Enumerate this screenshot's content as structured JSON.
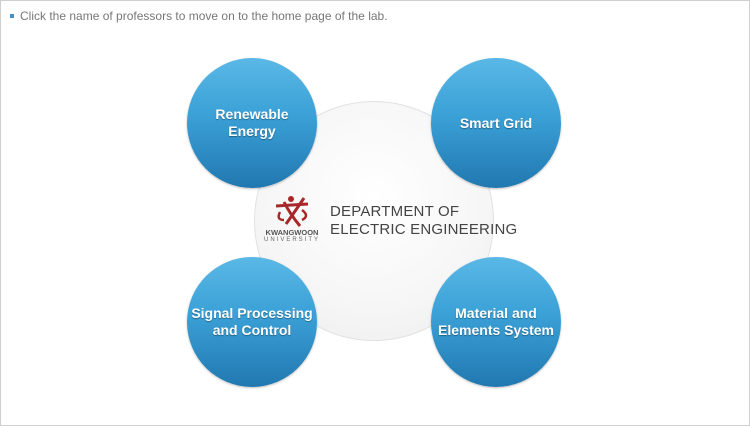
{
  "notice": "Click the name of professors to move on to the home page of the lab.",
  "department": {
    "line1": "DEPARTMENT OF",
    "line2": "ELECTRIC ENGINEERING"
  },
  "logo": {
    "name": "KWANGWOON",
    "sub": "UNIVERSITY"
  },
  "areas": [
    {
      "line1": "Renewable",
      "line2": "Energy"
    },
    {
      "line1": "Smart Grid",
      "line2": ""
    },
    {
      "line1": "Signal Processing",
      "line2": "and Control"
    },
    {
      "line1": "Material and",
      "line2": "Elements System"
    }
  ],
  "colors": {
    "bubble": "#3aa0d6",
    "logo": "#a8282a",
    "bullet": "#4a90c8"
  }
}
